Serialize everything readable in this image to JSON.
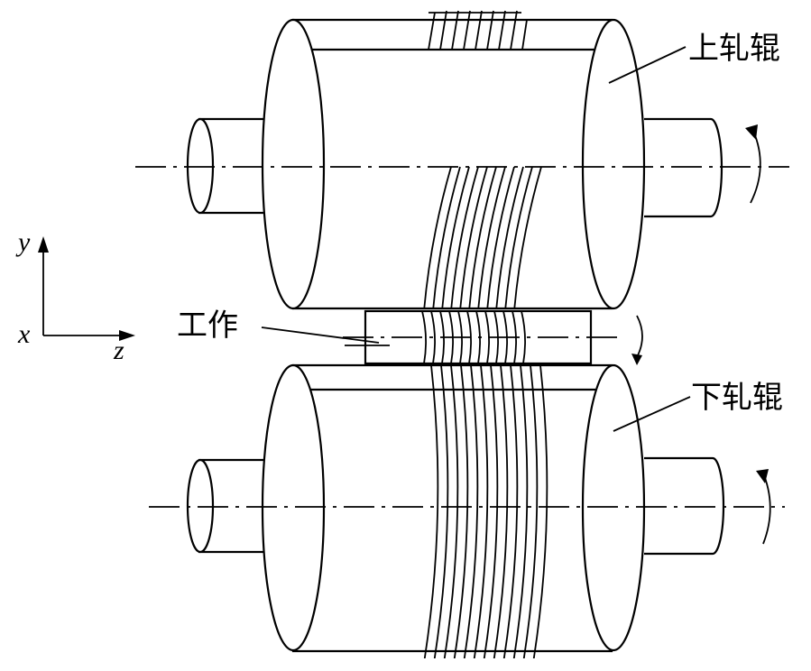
{
  "labels": {
    "upper_roll": "上轧辊",
    "lower_roll": "下轧辊",
    "workpiece": "工作"
  },
  "axes": {
    "y": "y",
    "x": "x",
    "z": "z"
  }
}
